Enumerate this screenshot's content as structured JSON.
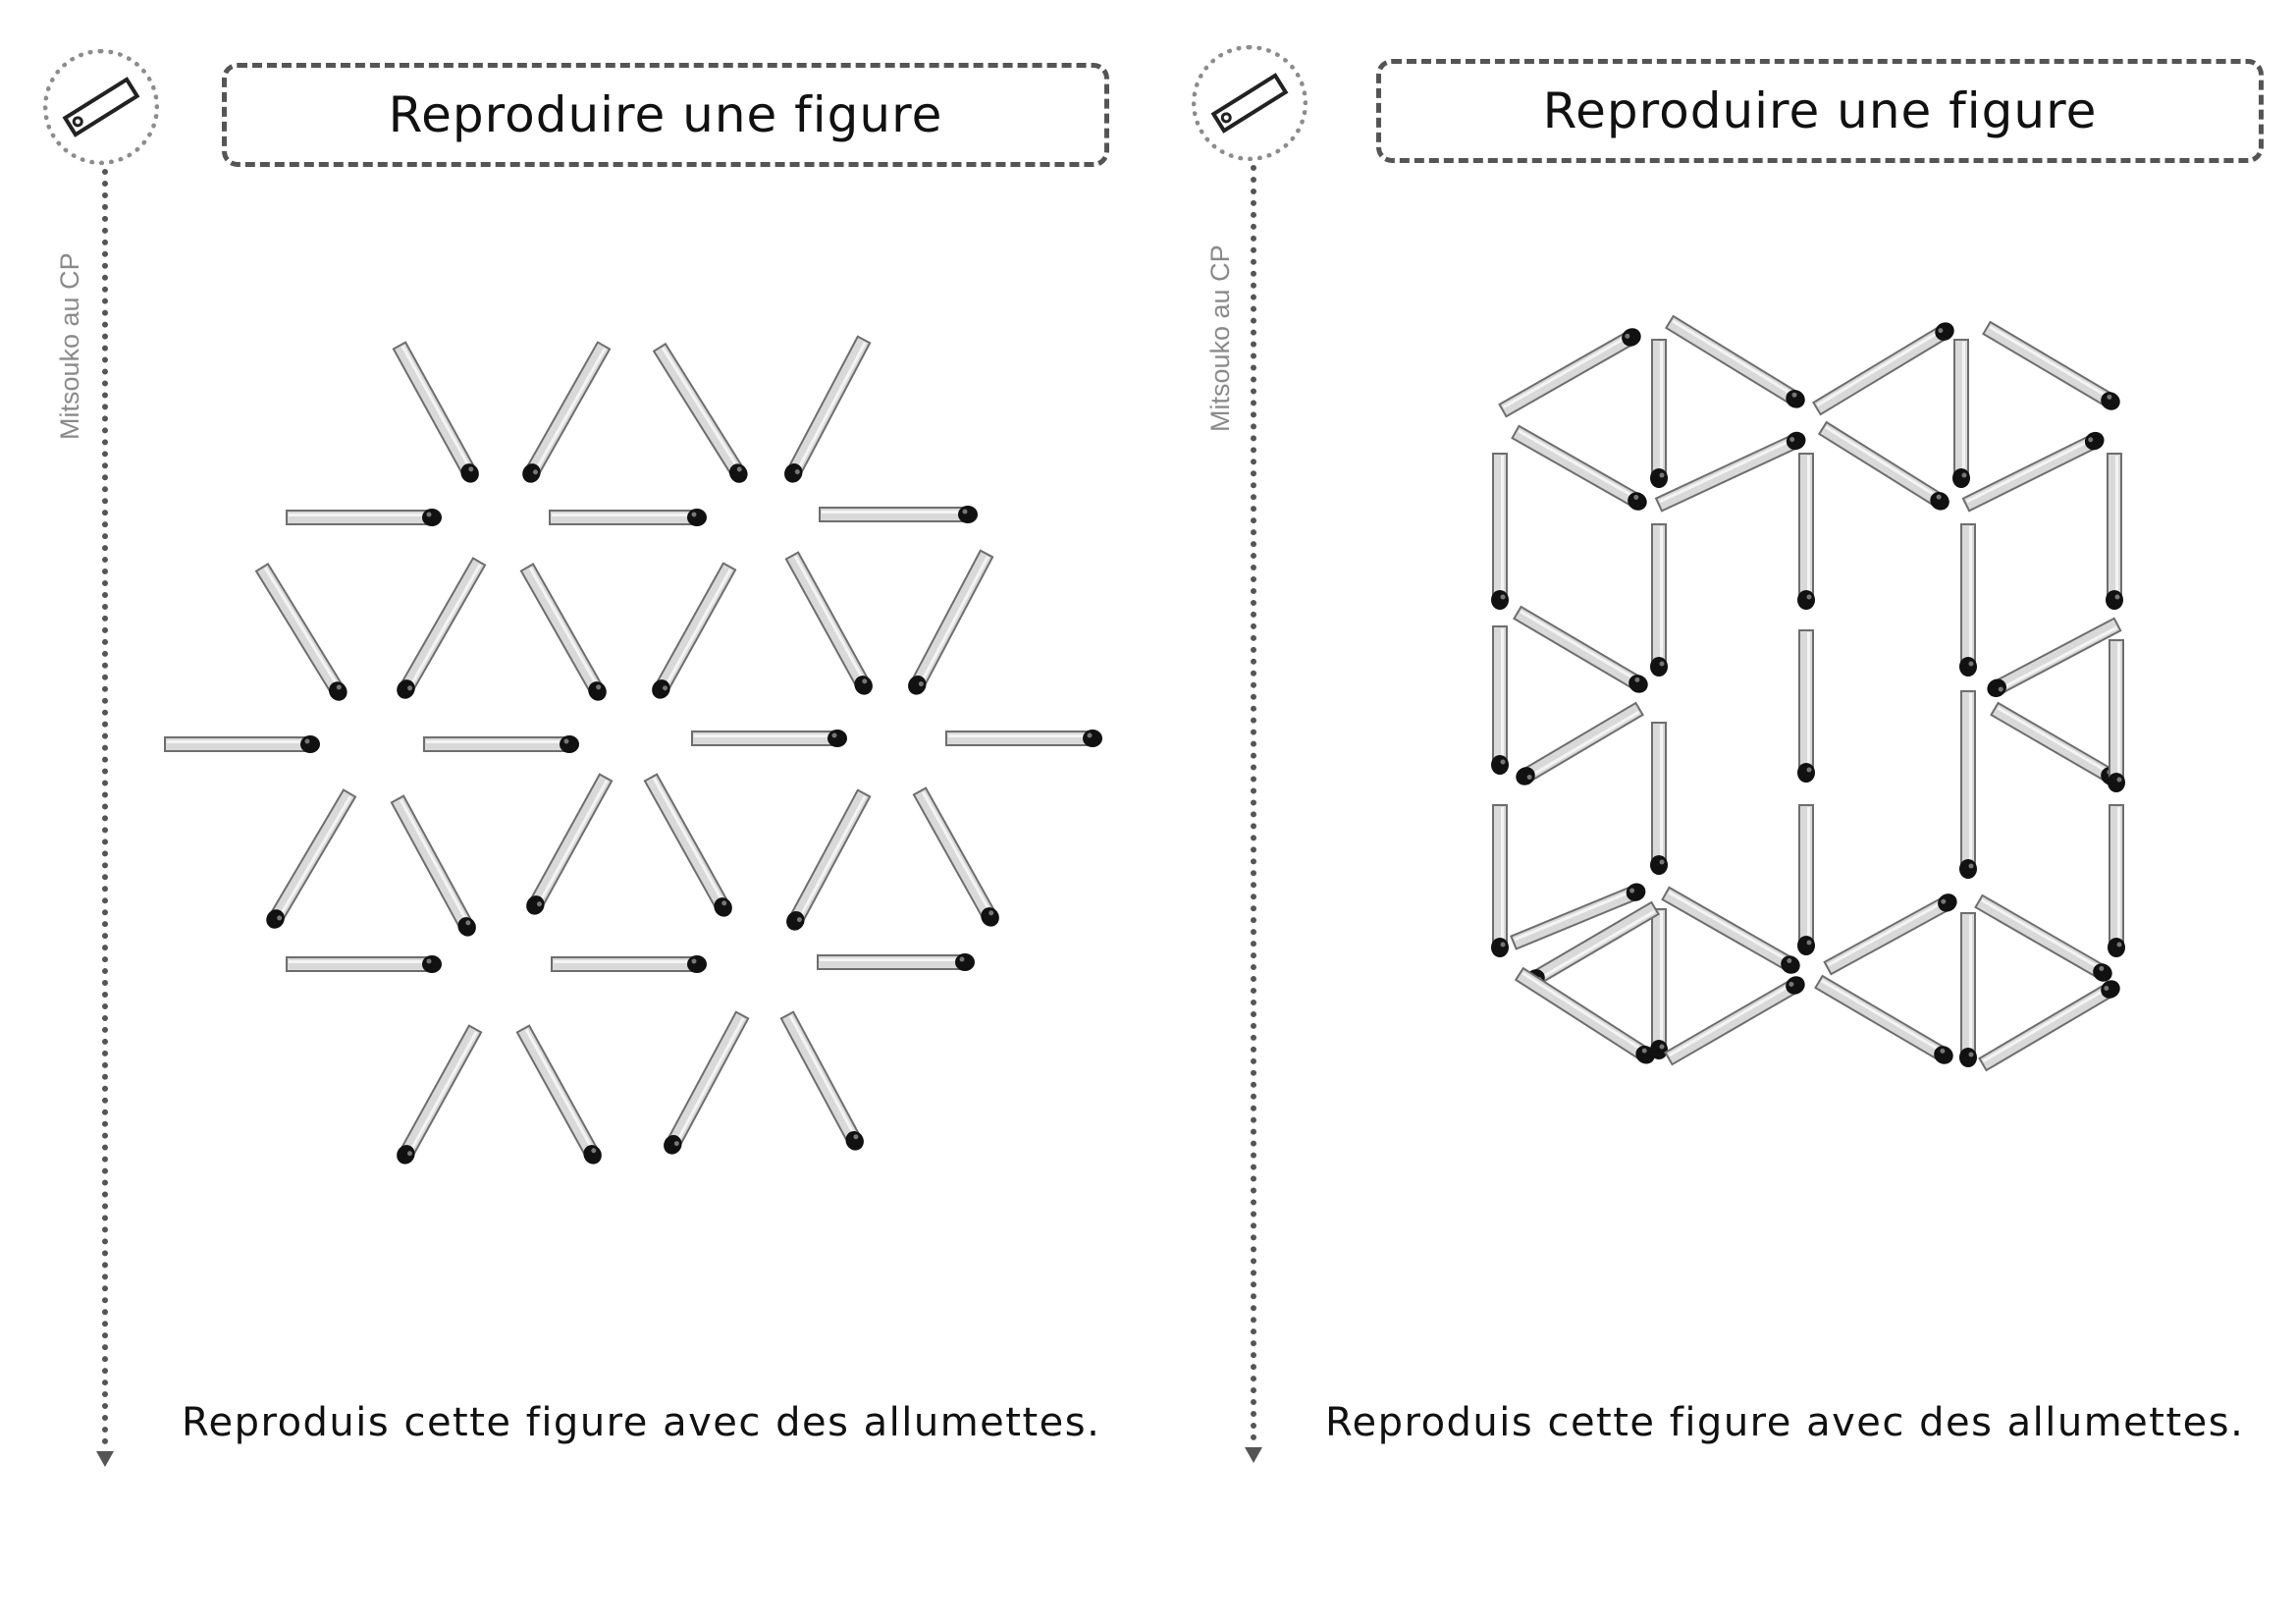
{
  "sheets": [
    {
      "title": "Reproduire une figure",
      "credit": "Mitsouko au CP",
      "instruction": "Reproduis cette figure avec des allumettes.",
      "icon": "ruler-icon"
    },
    {
      "title": "Reproduire une figure",
      "credit": "Mitsouko au CP",
      "instruction": "Reproduis cette figure avec des allumettes.",
      "icon": "ruler-icon"
    }
  ],
  "colors": {
    "match_stick": "#d9d9d9",
    "match_outline": "#6e6e6e",
    "match_head": "#111111",
    "frame": "#555555"
  }
}
